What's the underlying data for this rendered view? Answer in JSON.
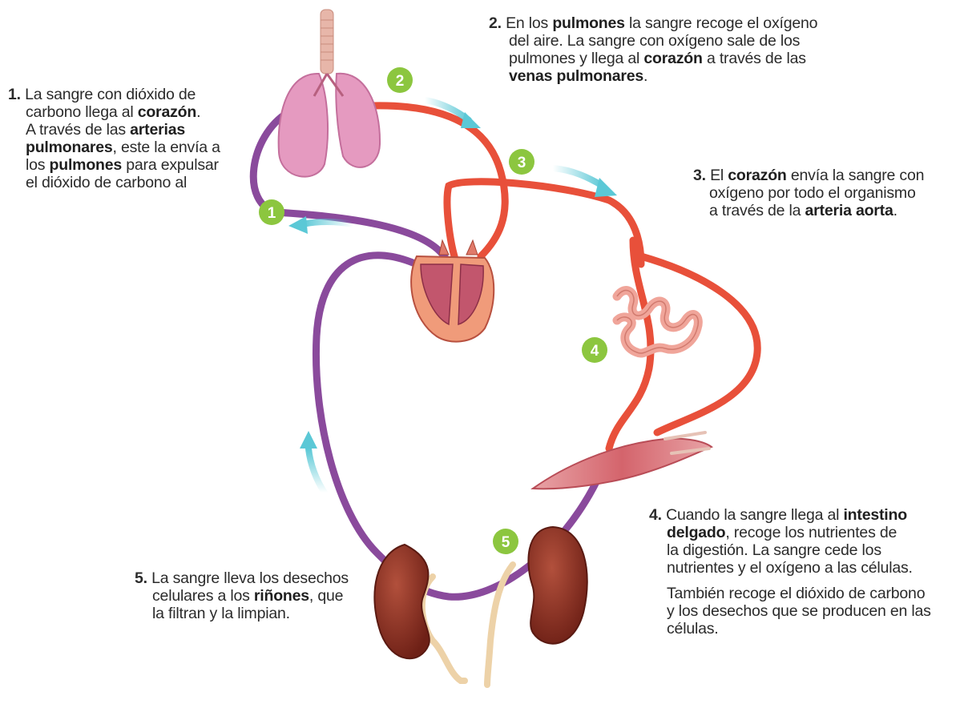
{
  "steps": [
    {
      "number": "1.",
      "lines": [
        [
          {
            "t": "La sangre con dióxido de"
          }
        ],
        [
          {
            "t": "carbono llega al "
          },
          {
            "t": "corazón",
            "b": true
          },
          {
            "t": "."
          }
        ],
        [
          {
            "t": "A través de las "
          },
          {
            "t": "arterias",
            "b": true
          }
        ],
        [
          {
            "t": "pulmonares",
            "b": true
          },
          {
            "t": ", este la envía a"
          }
        ],
        [
          {
            "t": "los "
          },
          {
            "t": "pulmones",
            "b": true
          },
          {
            "t": " para expulsar"
          }
        ],
        [
          {
            "t": "el dióxido de carbono al"
          }
        ]
      ]
    },
    {
      "number": "2.",
      "lines": [
        [
          {
            "t": "En los "
          },
          {
            "t": "pulmones",
            "b": true
          },
          {
            "t": " la sangre recoge el oxígeno"
          }
        ],
        [
          {
            "t": "del aire. La sangre con oxígeno sale de los"
          }
        ],
        [
          {
            "t": "pulmones y llega al "
          },
          {
            "t": "corazón",
            "b": true
          },
          {
            "t": " a través de las"
          }
        ],
        [
          {
            "t": "venas pulmonares",
            "b": true
          },
          {
            "t": "."
          }
        ]
      ]
    },
    {
      "number": "3.",
      "lines": [
        [
          {
            "t": "El "
          },
          {
            "t": "corazón",
            "b": true
          },
          {
            "t": " envía la sangre con"
          }
        ],
        [
          {
            "t": "oxígeno por todo el organismo"
          }
        ],
        [
          {
            "t": "a través de la "
          },
          {
            "t": "arteria aorta",
            "b": true
          },
          {
            "t": "."
          }
        ]
      ]
    },
    {
      "number": "4.",
      "lines": [
        [
          {
            "t": "Cuando la sangre llega al "
          },
          {
            "t": "intestino",
            "b": true
          }
        ],
        [
          {
            "t": "delgado",
            "b": true
          },
          {
            "t": ", recoge los nutrientes de"
          }
        ],
        [
          {
            "t": "la digestión. La sangre cede los"
          }
        ],
        [
          {
            "t": "nutrientes y el oxígeno a las células."
          }
        ]
      ],
      "extra": [
        "También recoge el dióxido de carbono",
        "y los desechos que se producen en las",
        "células."
      ]
    },
    {
      "number": "5.",
      "lines": [
        [
          {
            "t": "La sangre lleva los desechos"
          }
        ],
        [
          {
            "t": "celulares a los "
          },
          {
            "t": "riñones",
            "b": true
          },
          {
            "t": ", que"
          }
        ],
        [
          {
            "t": "la filtran y la limpian."
          }
        ]
      ]
    }
  ],
  "badges": [
    "1",
    "2",
    "3",
    "4",
    "5"
  ],
  "colors": {
    "oxygenated": "#e8503a",
    "deoxygenated": "#8a4a9c",
    "badge": "#8cc63f",
    "arrow": "#5bc8d6",
    "lungs": "#e59ac0",
    "heart": "#d86a6a",
    "intestine": "#f0a59a",
    "muscle": "#d9737a",
    "kidney": "#8e2f22"
  }
}
